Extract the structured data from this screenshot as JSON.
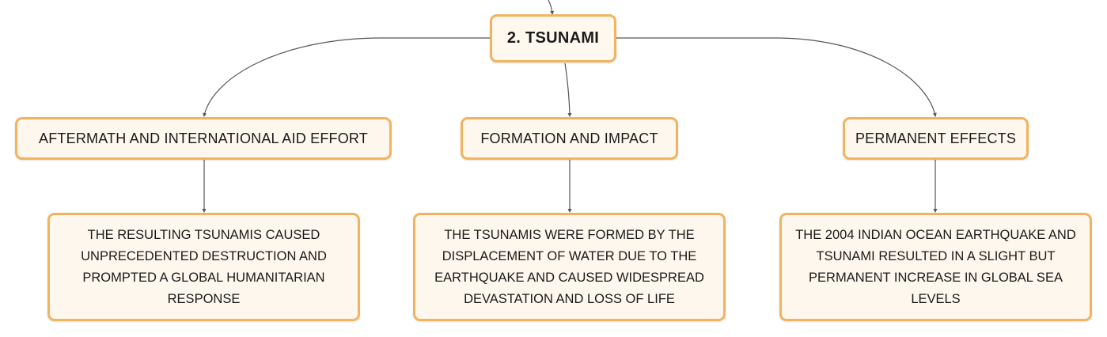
{
  "root": {
    "label": "2. TSUNAMI"
  },
  "topics": {
    "aftermath": "AFTERMATH AND INTERNATIONAL AID EFFORT",
    "formation": "FORMATION AND IMPACT",
    "permanent": "PERMANENT EFFECTS"
  },
  "details": {
    "aftermath": "THE RESULTING TSUNAMIS CAUSED UNPRECEDENTED DESTRUCTION AND PROMPTED A GLOBAL HUMANITARIAN RESPONSE",
    "formation": "THE TSUNAMIS WERE FORMED BY THE DISPLACEMENT OF WATER DUE TO THE EARTHQUAKE AND CAUSED WIDESPREAD DEVASTATION AND LOSS OF LIFE",
    "permanent": "THE 2004 INDIAN OCEAN EARTHQUAKE AND TSUNAMI RESULTED IN A SLIGHT BUT PERMANENT INCREASE IN GLOBAL SEA LEVELS"
  },
  "colors": {
    "node_border": "#f2b35f",
    "node_fill": "#fef7ee",
    "connector": "#555555"
  }
}
